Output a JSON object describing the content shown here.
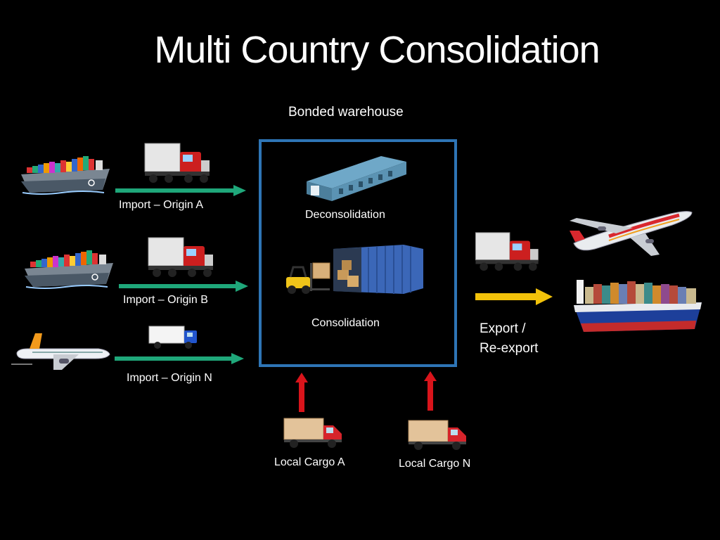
{
  "slide": {
    "title": "Multi Country Consolidation"
  },
  "warehouse": {
    "heading": "Bonded warehouse",
    "deconsolidation_label": "Deconsolidation",
    "consolidation_label": "Consolidation"
  },
  "imports": [
    {
      "label": "Import – Origin A"
    },
    {
      "label": "Import – Origin B"
    },
    {
      "label": "Import – Origin N"
    }
  ],
  "local_cargo": [
    {
      "label": "Local Cargo A"
    },
    {
      "label": "Local Cargo N"
    }
  ],
  "export": {
    "line1": "Export /",
    "line2": "Re-export"
  },
  "colors": {
    "background": "#000000",
    "warehouse_border": "#2e75b6",
    "import_arrow": "#1fa77a",
    "export_arrow": "#f2c20a",
    "local_arrow": "#d9141b"
  },
  "icons": [
    "container-ship-icon",
    "semi-truck-icon",
    "airplane-icon",
    "box-truck-icon",
    "warehouse-icon",
    "shipping-container-icon",
    "forklift-icon",
    "small-truck-icon"
  ]
}
